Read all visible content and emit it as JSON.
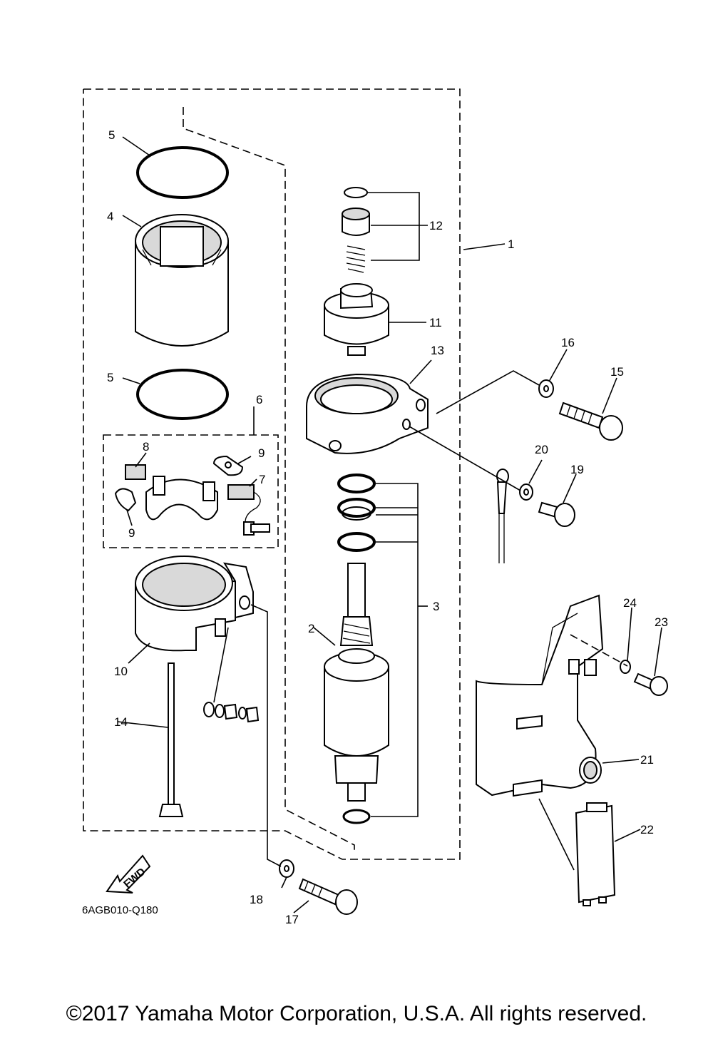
{
  "diagram_code": "6AGB010-Q180",
  "fwd_label": "FWD",
  "copyright": "©2017 Yamaha Motor Corporation, U.S.A. All rights reserved.",
  "callouts": {
    "c1": "1",
    "c2": "2",
    "c3": "3",
    "c4": "4",
    "c5a": "5",
    "c5b": "5",
    "c6": "6",
    "c7": "7",
    "c8": "8",
    "c9a": "9",
    "c9b": "9",
    "c10": "10",
    "c11": "11",
    "c12": "12",
    "c13": "13",
    "c14": "14",
    "c15": "15",
    "c16": "16",
    "c17": "17",
    "c18": "18",
    "c19": "19",
    "c20": "20",
    "c21": "21",
    "c22": "22",
    "c23": "23",
    "c24": "24"
  }
}
